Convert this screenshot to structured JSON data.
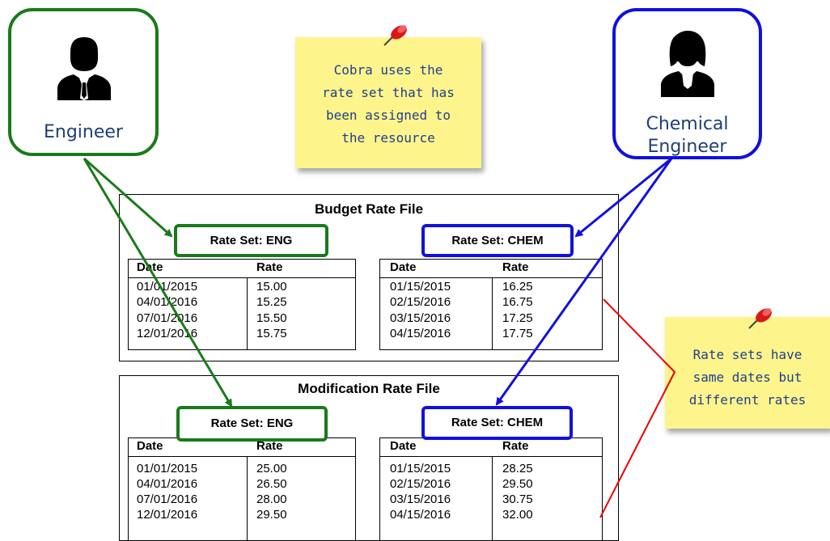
{
  "engineer": {
    "label": "Engineer",
    "icon": "male-user-icon",
    "color": "#1a7a1a"
  },
  "chemical_engineer": {
    "label_line1": "Chemical",
    "label_line2": "Engineer",
    "icon": "female-user-icon",
    "color": "#1010e0"
  },
  "note_top": {
    "lines": [
      "Cobra uses the",
      "rate set that has",
      "been assigned to",
      "the resource"
    ]
  },
  "note_right": {
    "lines": [
      "Rate sets have",
      "same dates but",
      "different rates"
    ]
  },
  "budget_file": {
    "title": "Budget Rate File",
    "eng_set": "Rate Set: ENG",
    "chem_set": "Rate Set: CHEM",
    "headers": {
      "date": "Date",
      "rate": "Rate"
    },
    "eng_rows": [
      {
        "date": "01/01/2015",
        "rate": "15.00"
      },
      {
        "date": "04/01/2016",
        "rate": "15.25"
      },
      {
        "date": "07/01/2016",
        "rate": "15.50"
      },
      {
        "date": "12/01/2016",
        "rate": "15.75"
      }
    ],
    "chem_rows": [
      {
        "date": "01/15/2015",
        "rate": "16.25"
      },
      {
        "date": "02/15/2016",
        "rate": "16.75"
      },
      {
        "date": "03/15/2016",
        "rate": "17.25"
      },
      {
        "date": "04/15/2016",
        "rate": "17.75"
      }
    ]
  },
  "modification_file": {
    "title": "Modification Rate File",
    "eng_set": "Rate Set: ENG",
    "chem_set": "Rate Set: CHEM",
    "headers": {
      "date": "Date",
      "rate": "Rate"
    },
    "eng_rows": [
      {
        "date": "01/01/2015",
        "rate": "25.00"
      },
      {
        "date": "04/01/2016",
        "rate": "26.50"
      },
      {
        "date": "07/01/2016",
        "rate": "28.00"
      },
      {
        "date": "12/01/2016",
        "rate": "29.50"
      }
    ],
    "chem_rows": [
      {
        "date": "01/15/2015",
        "rate": "28.25"
      },
      {
        "date": "02/15/2016",
        "rate": "29.50"
      },
      {
        "date": "03/15/2016",
        "rate": "30.75"
      },
      {
        "date": "04/15/2016",
        "rate": "32.00"
      }
    ]
  },
  "colors": {
    "eng": "#1a7a1a",
    "chem": "#1010e0",
    "bracket": "#ee0000",
    "note": "#fdf58b"
  }
}
